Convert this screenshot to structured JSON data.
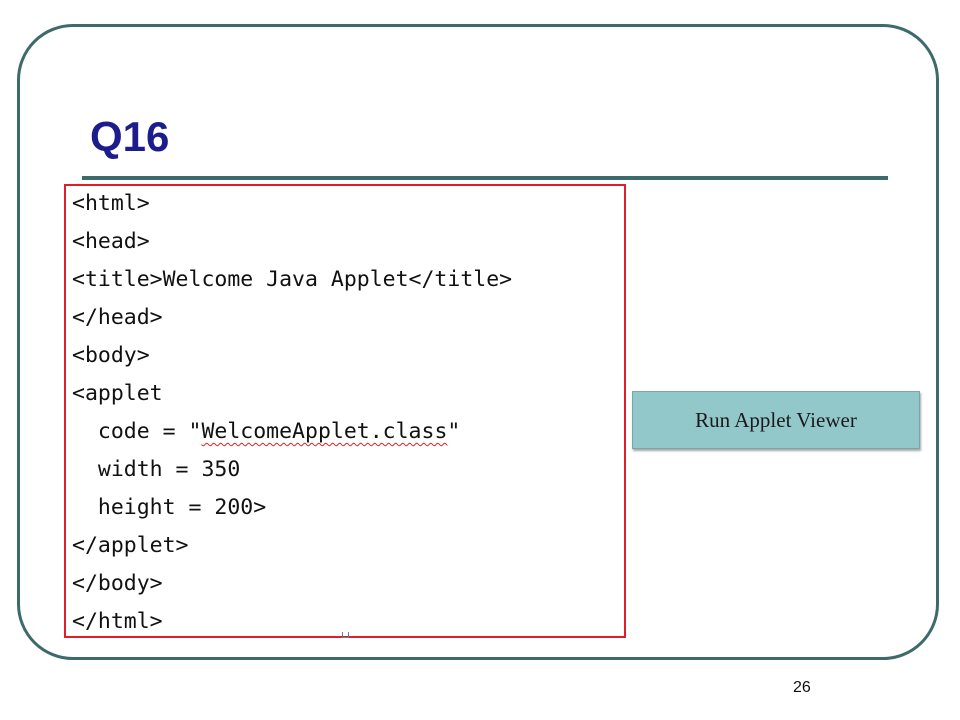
{
  "slide": {
    "title": "Q16",
    "page_number": "26"
  },
  "code": {
    "lines": [
      "<html>",
      "<head>",
      "<title>Welcome Java Applet</title>",
      "</head>",
      "<body>",
      "<applet",
      "  code = \"",
      "  width = 350",
      "  height = 200>",
      "</applet>",
      "</body>",
      "</html>"
    ],
    "code_value": "WelcomeApplet.class",
    "code_closing_quote": "\""
  },
  "button": {
    "label": "Run Applet Viewer"
  },
  "colors": {
    "frame": "#3d6a6a",
    "title": "#1c1c8c",
    "code_border": "#e01e2a",
    "button_bg": "#93c8cb"
  }
}
